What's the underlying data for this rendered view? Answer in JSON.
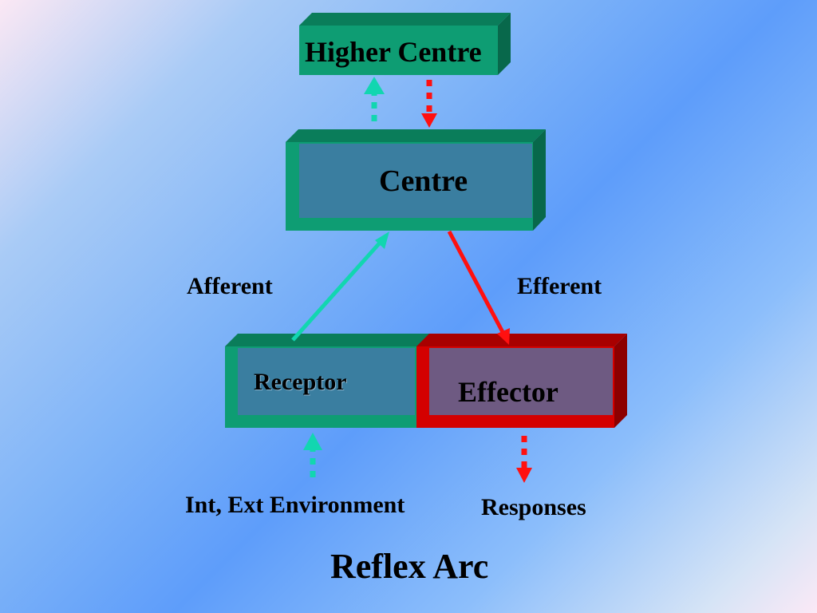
{
  "colors": {
    "green_face": "#0e9d73",
    "green_side": "#0a7d5a",
    "green_inner": "#3a7ea0",
    "red_face": "#d40000",
    "red_side": "#a80000",
    "red_inner": "#6e5a82",
    "afferent_arrow": "#12d6b0",
    "efferent_arrow": "#ff1010"
  },
  "boxes": {
    "higher_centre": "Higher Centre",
    "centre": "Centre",
    "receptor": "Receptor",
    "effector": "Effector"
  },
  "labels": {
    "afferent": "Afferent",
    "efferent": "Efferent",
    "environment": "Int, Ext Environment",
    "responses": "Responses",
    "title": "Reflex Arc"
  }
}
